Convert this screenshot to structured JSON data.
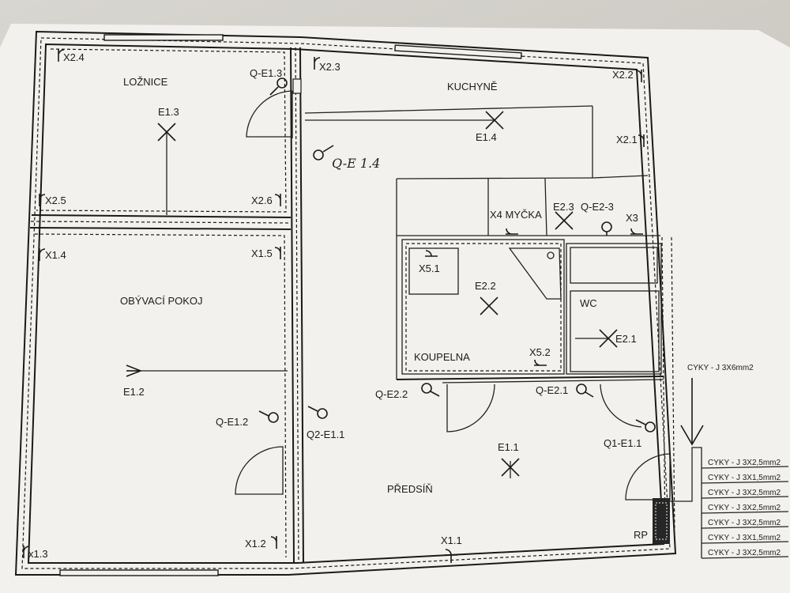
{
  "rooms": {
    "loznice": "LOŽNICE",
    "kuchyne": "KUCHYNĚ",
    "obyvaci": "OBÝVACÍ POKOJ",
    "koupelna": "KOUPELNA",
    "wc": "WC",
    "predsin": "PŘEDSÍŇ"
  },
  "lights": {
    "e13": "E1.3",
    "e14": "E1.4",
    "e12": "E1.2",
    "e22": "E2.2",
    "e21": "E2.1",
    "e11": "E1.1",
    "e23": "E2.3"
  },
  "switches": {
    "qe13": "Q-E1.3",
    "qe14": "Q-E 1.4",
    "qe23": "Q-E2-3",
    "qe12": "Q-E1.2",
    "q2e11": "Q2-E1.1",
    "qe22": "Q-E2.2",
    "qe21": "Q-E2.1",
    "q1e11": "Q1-E1.1"
  },
  "sockets": {
    "x24": "X2.4",
    "x23": "X2.3",
    "x22": "X2.2",
    "x21": "X2.1",
    "x25": "X2.5",
    "x26": "X2.6",
    "x14": "X1.4",
    "x15": "X1.5",
    "x4": "X4 MYČKA",
    "x3": "X3",
    "x51": "X5.1",
    "x52": "X5.2",
    "x13": "x1.3",
    "x12": "X1.2",
    "x11": "X1.1"
  },
  "panel": {
    "label": "RP",
    "supply": "CYKY - J 3X6mm2",
    "cables": [
      "CYKY - J 3X2,5mm2",
      "CYKY - J 3X1,5mm2",
      "CYKY - J 3X2,5mm2",
      "CYKY - J 3X2,5mm2",
      "CYKY - J 3X2,5mm2",
      "CYKY - J 3X1,5mm2",
      "CYKY - J 3X2,5mm2"
    ]
  }
}
